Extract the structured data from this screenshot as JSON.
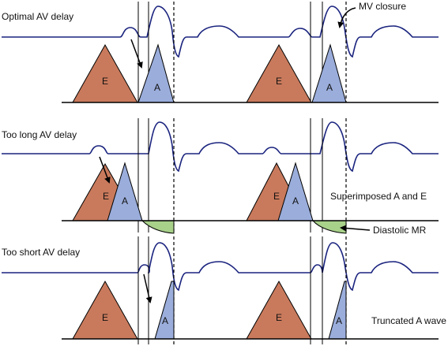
{
  "panels": [
    {
      "id": "optimal",
      "title": "Optimal AV delay"
    },
    {
      "id": "too-long",
      "title": "Too long AV delay"
    },
    {
      "id": "too-short",
      "title": "Too short AV delay"
    }
  ],
  "labels": {
    "E": "E",
    "A": "A",
    "mv_closure": "MV closure",
    "superimposed": "Superimposed A and E",
    "diastolic_mr": "Diastolic MR",
    "truncated": "Truncated A wave"
  },
  "colors": {
    "e_wave": "#c97a5c",
    "a_wave": "#9aaddb",
    "mr": "#a8d18a",
    "trace": "#1a237e",
    "lines": "#000000"
  }
}
